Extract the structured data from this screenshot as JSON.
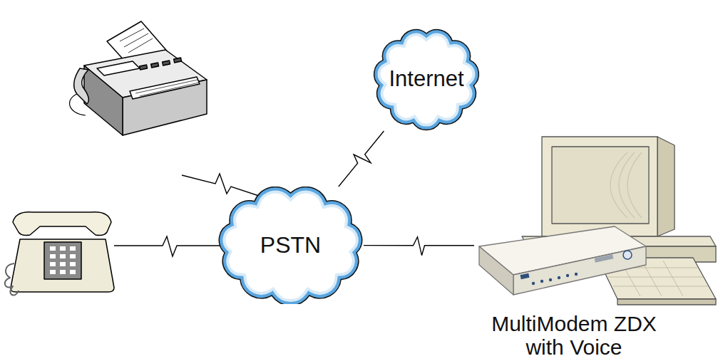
{
  "diagram": {
    "nodes": [
      {
        "text": [
          "Internet"
        ]
      },
      {
        "text": [
          "PSTN"
        ]
      },
      {
        "text": [
          "MultiModem ZDX with Voice"
        ]
      }
    ],
    "edges": [
      {
        "from": 1,
        "to": 0,
        "arrow": "none"
      },
      {
        "from": 1,
        "to": 2,
        "arrow": "none"
      }
    ]
  }
}
